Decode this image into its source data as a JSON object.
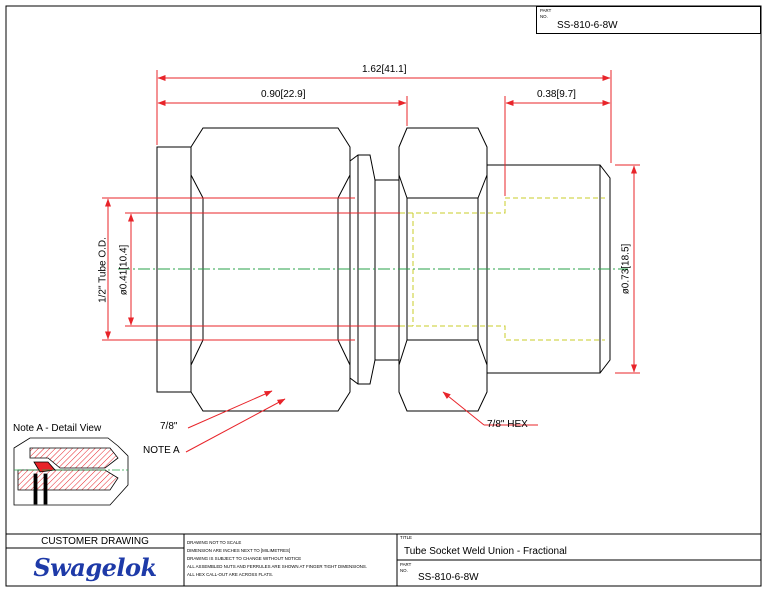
{
  "part_box": {
    "label_1": "PART",
    "label_2": "NO.",
    "value": "SS-810-6-8W"
  },
  "dimensions": {
    "overall_length": "1.62[41.1]",
    "body_length": "0.90[22.9]",
    "socket_depth": "0.38[9.7]",
    "tube_od_label": "1/2\" Tube O.D.",
    "bore_diameter": "ø0.41[10.4]",
    "socket_diameter": "ø0.73[18.5]"
  },
  "callouts": {
    "nut_hex": "7/8\"",
    "body_hex": "7/8\" HEX",
    "note_a": "NOTE A",
    "detail_view": "Note A - Detail View"
  },
  "title_block": {
    "customer_drawing": "CUSTOMER DRAWING",
    "logo_text": "Swagelok",
    "notes": [
      "DRAWING NOT TO SCALE",
      "DIMENSION ARE INCHES NEXT TO [MILIMETRES]",
      "DRAWING IS SUBJECT TO CHANGE WITHOUT NOTICE",
      "ALL ASSEMBLED NUTS AND FERRULES ARE SHOWN AT FINGER TIGHT DIMENSIONS.",
      "ALL HEX CALL-OUT ARE ACROSS FLATS."
    ],
    "title_label": "TITLE",
    "title": "Tube Socket Weld Union - Fractional",
    "part_label_1": "PART",
    "part_label_2": "NO.",
    "part_number": "SS-810-6-8W"
  },
  "colors": {
    "dimension": "#e8242a",
    "hidden_line": "#c8cc2a",
    "center_line": "#2aa14a",
    "logo": "#1e3aa8"
  }
}
